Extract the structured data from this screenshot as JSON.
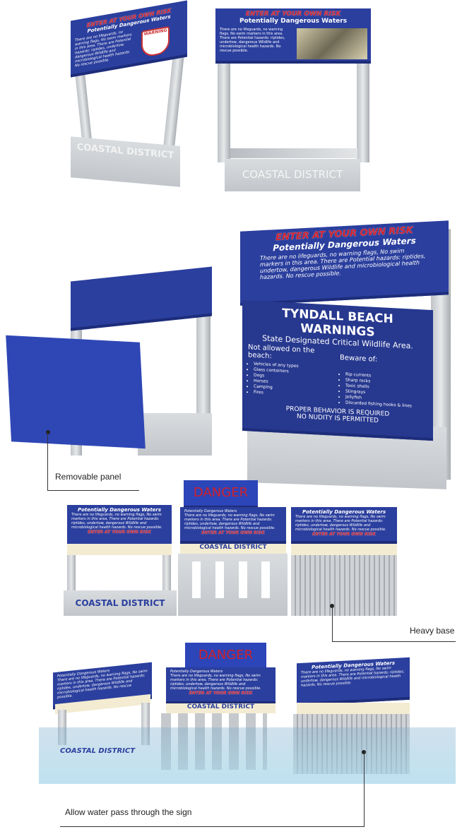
{
  "sign_top": {
    "risk": "ENTER AT YOUR OWN RISK",
    "subtitle": "Potentially Dangerous Waters",
    "body": "There are no lifeguards, no warning flags, No swim markers in this area. There are Potential hazards: riptides, undertow, dangerous Wildlife and microbiological health hazards. No rescue possible.",
    "warning_badge": "WARNING",
    "base_text": "COASTAL DISTRICT"
  },
  "tyndall": {
    "title": "TYNDALL BEACH WARNINGS",
    "subtitle": "State Designated Critical Wildlife Area.",
    "not_allowed_heading": "Not allowed on the beach:",
    "not_allowed": [
      "Vehicles of any types",
      "Glass containers",
      "Dogs",
      "Horses",
      "Camping",
      "Fires"
    ],
    "beware_heading": "Beware of:",
    "beware": [
      "Rip currents",
      "Sharp rocks",
      "Toxic shells",
      "Stingrays",
      "Jellyfish",
      "Discarded fishing hooks & lines"
    ],
    "footer1": "PROPER BEHAVIOR IS REQUIRED",
    "footer2": "NO NUDITY IS PERMITTED"
  },
  "danger": "DANGER",
  "callouts": {
    "removable": "Removable panel",
    "heavy": "Heavy base",
    "water": "Allow water pass through the sign"
  },
  "colors": {
    "panel": "#2b3f9e",
    "risk_text": "#d0202c",
    "frame": "#c8ccd0"
  }
}
